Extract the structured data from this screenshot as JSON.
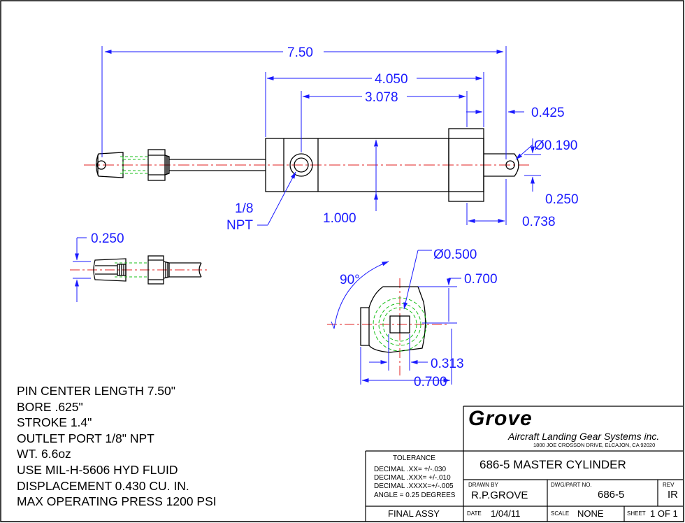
{
  "dimensions": {
    "overall_length": "7.50",
    "body_length": "4.050",
    "port_offset": "3.078",
    "end_thickness": "0.425",
    "pin_hole_dia": "Ø0.190",
    "rod_end_width": "0.250",
    "rod_end_length": "0.738",
    "body_dia": "1.000",
    "port_label_line1": "1/8",
    "port_label_line2": "NPT",
    "clevis_slot": "0.250",
    "end_view_dia": "Ø0.500",
    "end_view_height": "0.700",
    "end_view_angle": "90°",
    "end_view_offset": "0.313",
    "end_view_width": "0.700"
  },
  "specs": [
    "PIN CENTER LENGTH 7.50\"",
    "BORE .625\"",
    "STROKE 1.4\"",
    "OUTLET PORT 1/8\" NPT",
    "WT. 6.6oz",
    "USE MIL-H-5606 HYD FLUID",
    "DISPLACEMENT 0.430 CU. IN.",
    "MAX OPERATING PRESS 1200 PSI"
  ],
  "title_block": {
    "company": "Grove",
    "company_sub": "Aircraft Landing Gear Systems inc.",
    "address": "1800 JOE CROSSON DRIVE, ELCAJON, CA 92020",
    "tolerance_header": "TOLERANCE",
    "tolerance_lines": [
      "DECIMAL  .XX=  +/-.030",
      "DECIMAL  .XXX= +/-.010",
      "DECIMAL  .XXXX=+/-.005",
      "ANGLE = 0.25 DEGREES"
    ],
    "drawing_title": "686-5 MASTER CYLINDER",
    "drawn_by_label": "DRAWN BY",
    "drawn_by": "R.P.GROVE",
    "dwg_label": "DWG/PART NO.",
    "dwg_no": "686-5",
    "rev_label": "REV",
    "rev": "IR",
    "assy": "FINAL ASSY",
    "date_label": "DATE",
    "date": "1/04/11",
    "scale_label": "SCALE",
    "scale": "NONE",
    "sheet_label": "SHEET",
    "sheet": "1 OF 1"
  }
}
